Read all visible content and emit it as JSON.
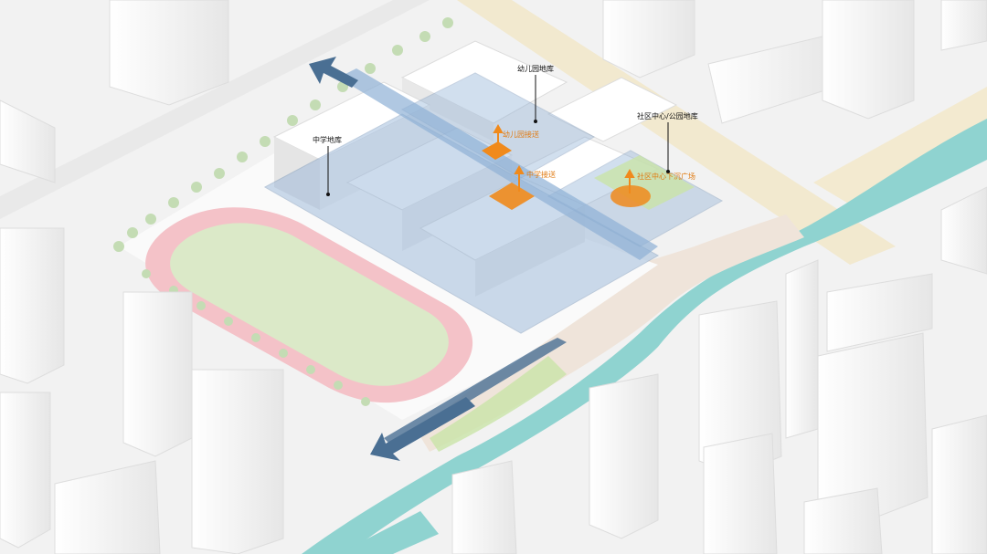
{
  "labels": {
    "kindergarten_garage": "幼儿园地库",
    "middle_school_garage": "中学地库",
    "community_garage": "社区中心/公园地库",
    "kindergarten_pickup": "幼儿园接送",
    "middle_school_pickup": "中学接送",
    "community_plaza": "社区中心下沉广场"
  },
  "colors": {
    "background": "#f2f2f2",
    "river": "#8fd3d0",
    "track": "#f4c2c8",
    "field": "#dbe9c8",
    "garage_fill": "#8fb0d6",
    "road_arrow": "#4a6f93",
    "orange": "#f08a1c",
    "green": "#c9e3a8",
    "road": "#f1e6c6"
  }
}
